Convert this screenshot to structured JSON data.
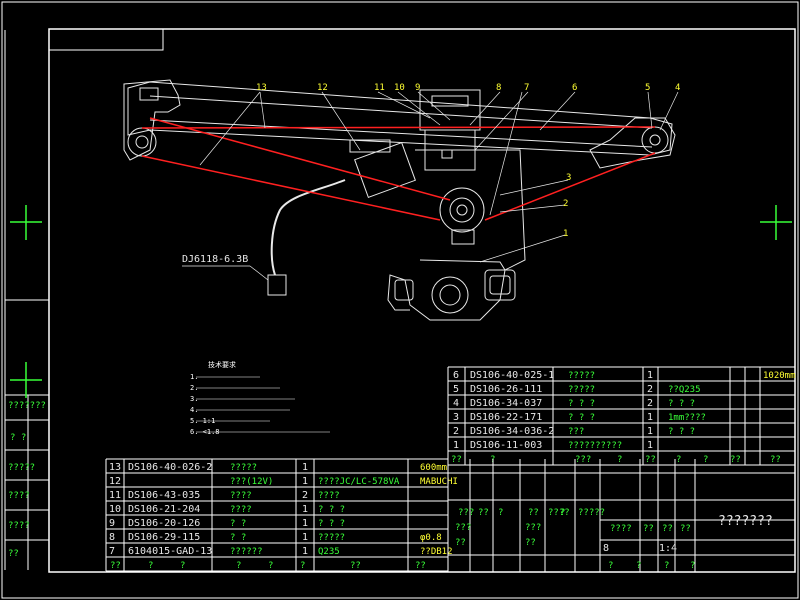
{
  "drawing": {
    "cable_label": "DJ6118-6.3B",
    "callouts": [
      "13",
      "12",
      "11",
      "10",
      "9",
      "8",
      "7",
      "6",
      "5",
      "4",
      "3",
      "2",
      "1"
    ],
    "notes_title": "技术要求",
    "notes": [
      "1.",
      "2.",
      "3.",
      "4.",
      "5.  1:1",
      "6.  <1.8"
    ]
  },
  "upper_parts": [
    {
      "no": "6",
      "code": "DS106-40-025-1",
      "name": "?????",
      "qty": "1",
      "mat": ""
    },
    {
      "no": "5",
      "code": "DS106-26-111",
      "name": "?????",
      "qty": "2",
      "mat": "??Q235"
    },
    {
      "no": "4",
      "code": "DS106-34-037",
      "name": "? ? ?",
      "qty": "2",
      "mat": "? ? ?"
    },
    {
      "no": "3",
      "code": "DS106-22-171",
      "name": "? ? ?",
      "qty": "1",
      "mat": "1mm????"
    },
    {
      "no": "2",
      "code": "DS106-34-036-2",
      "name": "???",
      "qty": "1",
      "mat": "? ? ?"
    },
    {
      "no": "1",
      "code": "DS106-11-003",
      "name": "??????????",
      "qty": "1",
      "mat": ""
    }
  ],
  "upper_header": [
    "??",
    "?",
    "???",
    "?",
    "??",
    "?",
    "?",
    "??",
    "??"
  ],
  "upper_side_note": "1020mm",
  "lower_parts": [
    {
      "no": "13",
      "code": "DS106-40-026-2",
      "name": "?????",
      "qty": "1",
      "mat": "",
      "note": "600mm"
    },
    {
      "no": "12",
      "code": "",
      "name": "???(12V)",
      "qty": "1",
      "mat": "????JC/LC-578VA",
      "note": "MABUCHI"
    },
    {
      "no": "11",
      "code": "DS106-43-035",
      "name": "????",
      "qty": "2",
      "mat": "????",
      "note": ""
    },
    {
      "no": "10",
      "code": "DS106-21-204",
      "name": "????",
      "qty": "1",
      "mat": "? ? ?",
      "note": ""
    },
    {
      "no": "9",
      "code": "DS106-20-126",
      "name": "? ?",
      "qty": "1",
      "mat": "? ? ?",
      "note": ""
    },
    {
      "no": "8",
      "code": "DS106-29-115",
      "name": "? ?",
      "qty": "1",
      "mat": "?????",
      "note": "φ0.8"
    },
    {
      "no": "7",
      "code": "6104015-GAD-13",
      "name": "??????",
      "qty": "1",
      "mat": "Q235",
      "note": "??DB12"
    }
  ],
  "lower_header": [
    "??",
    "?",
    "?",
    "?",
    "?",
    "?",
    "??",
    "??"
  ],
  "title_block": {
    "title": "???????",
    "design_rows": [
      "???",
      "??",
      "?",
      "??",
      "????",
      "?",
      "?",
      "?????"
    ],
    "mid": [
      "???",
      "???",
      "??",
      "??"
    ],
    "stage": [
      "????",
      "??",
      "??",
      "??"
    ],
    "scale": "1:4",
    "sheet_no": "8",
    "bottom": [
      "?",
      "?",
      "?",
      "?"
    ]
  },
  "left_strip": [
    "???????",
    "? ?",
    "?????",
    "????",
    "????",
    "??"
  ]
}
